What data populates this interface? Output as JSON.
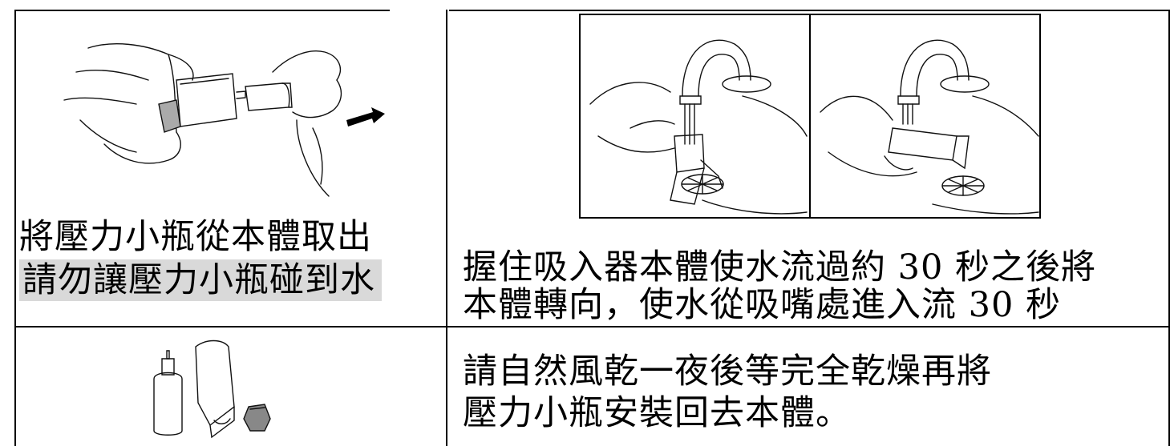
{
  "cells": {
    "top_left": {
      "line1": "將壓力小瓶從本體取出",
      "line2": "請勿讓壓力小瓶碰到水"
    },
    "top_right": {
      "line1": "握住吸入器本體使水流過約 30 秒之後將",
      "line2": "本體轉向，使水從吸嘴處進入流 30 秒"
    },
    "bottom_right": {
      "line1": "請自然風乾一夜後等完全乾燥再將",
      "line2": "壓力小瓶安裝回去本體。"
    }
  },
  "colors": {
    "highlight": "#d9d9d9",
    "border": "#000000"
  },
  "illustrations": [
    "hands-removing-canister-illustration",
    "rinse-under-faucet-illustration",
    "rinse-mouthpiece-illustration",
    "dried-parts-illustration"
  ]
}
